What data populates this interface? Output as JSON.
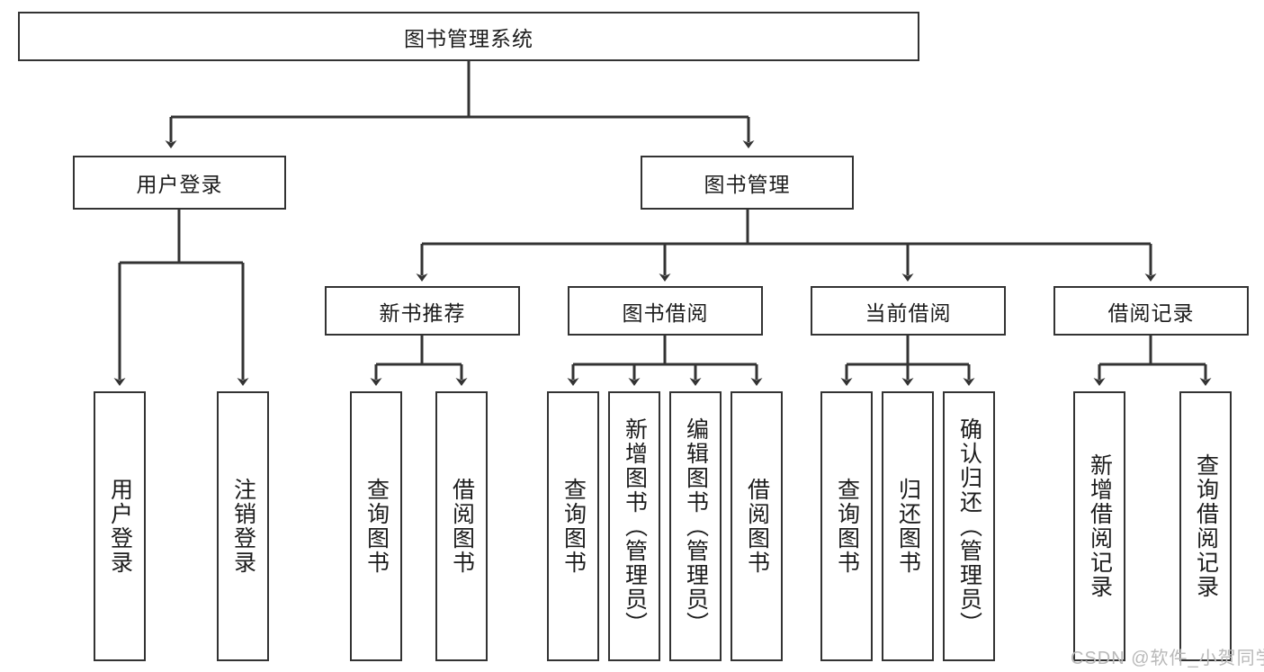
{
  "diagram": {
    "type": "tree-hierarchy-chart",
    "title": "图书管理系统",
    "levels": 4,
    "root": {
      "id": "root",
      "label": "图书管理系统",
      "orientation": "horizontal"
    },
    "level2": [
      {
        "id": "user-login",
        "label": "用户登录",
        "orientation": "horizontal"
      },
      {
        "id": "book-manage",
        "label": "图书管理",
        "orientation": "horizontal"
      }
    ],
    "level3": [
      {
        "id": "new-book-recommend",
        "label": "新书推荐",
        "orientation": "horizontal",
        "parent": "book-manage"
      },
      {
        "id": "book-borrow",
        "label": "图书借阅",
        "orientation": "horizontal",
        "parent": "book-manage"
      },
      {
        "id": "current-borrow",
        "label": "当前借阅",
        "orientation": "horizontal",
        "parent": "book-manage"
      },
      {
        "id": "borrow-record",
        "label": "借阅记录",
        "orientation": "horizontal",
        "parent": "book-manage"
      }
    ],
    "leaves": [
      {
        "id": "leaf-user-login",
        "label": "用户登录",
        "parent": "user-login"
      },
      {
        "id": "leaf-logout",
        "label": "注销登录",
        "parent": "user-login"
      },
      {
        "id": "leaf-query-book-1",
        "label": "查询图书",
        "parent": "new-book-recommend"
      },
      {
        "id": "leaf-borrow-book-1",
        "label": "借阅图书",
        "parent": "new-book-recommend"
      },
      {
        "id": "leaf-query-book-2",
        "label": "查询图书",
        "parent": "book-borrow"
      },
      {
        "id": "leaf-add-book",
        "label": "新增图书（管理员）",
        "parent": "book-borrow"
      },
      {
        "id": "leaf-edit-book",
        "label": "编辑图书（管理员）",
        "parent": "book-borrow"
      },
      {
        "id": "leaf-borrow-book-2",
        "label": "借阅图书",
        "parent": "book-borrow"
      },
      {
        "id": "leaf-query-book-3",
        "label": "查询图书",
        "parent": "current-borrow"
      },
      {
        "id": "leaf-return-book",
        "label": "归还图书",
        "parent": "current-borrow"
      },
      {
        "id": "leaf-confirm-return",
        "label": "确认归还（管理员）",
        "parent": "current-borrow"
      },
      {
        "id": "leaf-add-record",
        "label": "新增借阅记录",
        "parent": "borrow-record"
      },
      {
        "id": "leaf-query-record",
        "label": "查询借阅记录",
        "parent": "borrow-record"
      }
    ]
  },
  "watermark": {
    "text": "CSDN @软件_小贺同学"
  },
  "colors": {
    "border": "#333333",
    "text": "#1c1c1c",
    "background": "#ffffff",
    "watermark": "#b9b9b9"
  }
}
